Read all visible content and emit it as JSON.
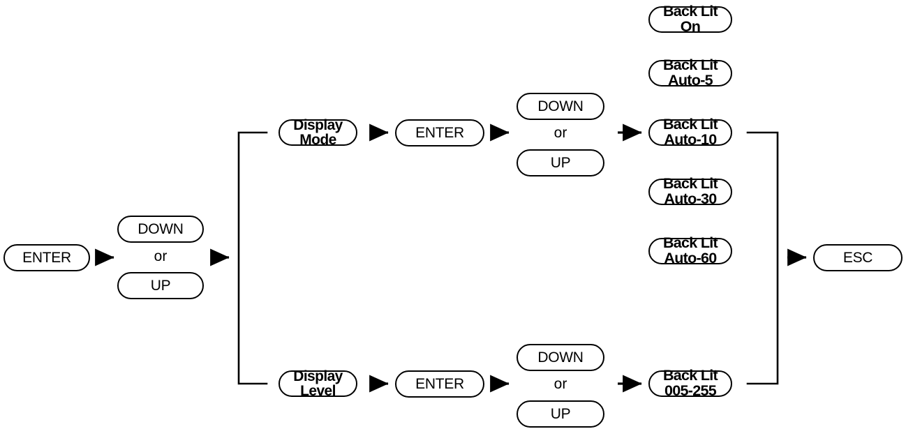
{
  "diagram": {
    "title": "Display menu navigation flowchart",
    "stroke_color": "#000000",
    "background_color": "#ffffff",
    "or_label": "or",
    "nodes": {
      "start_enter": "ENTER",
      "nav1_down": "DOWN",
      "nav1_up": "UP",
      "display_mode_line1": "Display",
      "display_mode_line2": "Mode",
      "mode_enter": "ENTER",
      "nav2_down": "DOWN",
      "nav2_up": "UP",
      "backlit_on_line1": "Back Lit",
      "backlit_on_line2": "On",
      "backlit_auto5_line1": "Back Lit",
      "backlit_auto5_line2": "Auto-5",
      "backlit_auto10_line1": "Back Lit",
      "backlit_auto10_line2": "Auto-10",
      "backlit_auto30_line1": "Back Lit",
      "backlit_auto30_line2": "Auto-30",
      "backlit_auto60_line1": "Back Lit",
      "backlit_auto60_line2": "Auto-60",
      "display_level_line1": "Display",
      "display_level_line2": "Level",
      "level_enter": "ENTER",
      "nav3_down": "DOWN",
      "nav3_up": "UP",
      "backlit_range_line1": "Back Lit",
      "backlit_range_line2": "005-255",
      "esc": "ESC"
    }
  }
}
